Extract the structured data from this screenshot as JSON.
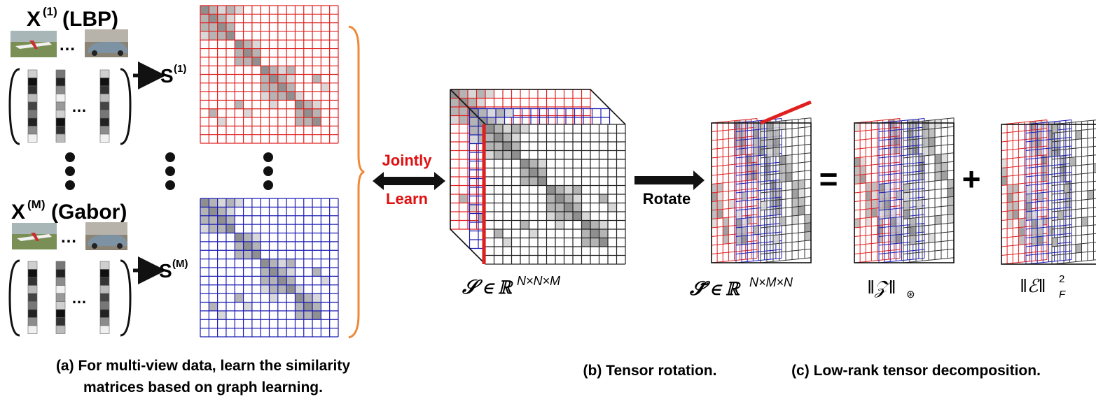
{
  "panel_a": {
    "view1": {
      "name": "X",
      "sup": "(1)",
      "feature": "(LBP)",
      "ellipsis": "…",
      "sim_name": "S",
      "sim_sup": "(1)"
    },
    "viewM": {
      "name": "X",
      "sup": "(M)",
      "feature": "(Gabor)",
      "ellipsis": "…",
      "sim_name": "S",
      "sim_sup": "(M)"
    },
    "caption_line1": "(a) For multi-view data,  learn the similarity",
    "caption_line2": "matrices based on graph learning."
  },
  "link": {
    "line1": "Jointly",
    "line2": "Learn"
  },
  "panel_b": {
    "rotate_label": "Rotate",
    "tensor_formula": "𝒮 ∈ ℝ",
    "tensor_dims": "N×N×M",
    "rotated_formula": "𝒮̃ ∈ ℝ",
    "rotated_dims": "N×M×N",
    "caption": "(b) Tensor rotation."
  },
  "panel_c": {
    "equals": "=",
    "plus": "+",
    "z_label": "‖𝒵‖",
    "z_sub": "⊛",
    "e_label": "‖ℰ‖",
    "e_sub": "F",
    "e_sup": "2",
    "caption": "(c) Low-rank tensor decomposition."
  },
  "colors": {
    "view1_grid": "#e02020",
    "viewM_grid": "#1c1cb4",
    "brace": "#ee8a3a",
    "jointly": "#e01010",
    "highlight": "#e02020",
    "block_dark": "#8f8f8f",
    "block_mid": "#b4b4b4",
    "block_light": "#d8d8d8"
  },
  "icons": [
    "airplane-photo",
    "car-photo",
    "feature-vector",
    "double-arrow",
    "right-arrow",
    "vertical-ellipsis",
    "curly-brace"
  ]
}
